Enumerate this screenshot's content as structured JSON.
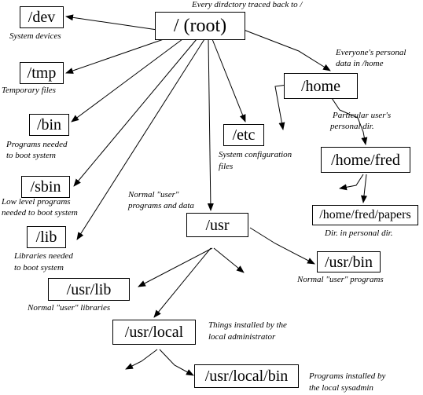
{
  "diagram": {
    "nodes": {
      "root": "/  (root)",
      "dev": "/dev",
      "tmp": "/tmp",
      "bin": "/bin",
      "sbin": "/sbin",
      "lib": "/lib",
      "etc": "/etc",
      "home": "/home",
      "home_fred": "/home/fred",
      "home_fred_papers": "/home/fred/papers",
      "usr": "/usr",
      "usr_bin": "/usr/bin",
      "usr_lib": "/usr/lib",
      "usr_local": "/usr/local",
      "usr_local_bin": "/usr/local/bin"
    },
    "notes": {
      "root": "Every dirdctory traced back to /",
      "dev": "System devices",
      "tmp": "Temporary files",
      "bin_1": "Programs needed",
      "bin_2": "to boot system",
      "sbin_1": "Low level programs",
      "sbin_2": "needed to boot system",
      "lib_1": "Libraries needed",
      "lib_2": "to boot system",
      "etc_1": "System configuration",
      "etc_2": "files",
      "home_1": "Everyone's personal",
      "home_2": "data in /home",
      "fred_1": "Particular user's",
      "fred_2": "personal dir.",
      "papers": "Dir. in personal dir.",
      "usr_1": "Normal \"user\"",
      "usr_2": "programs and data",
      "usr_bin": "Normal \"user\" programs",
      "usr_lib": "Normal \"user\" libraries",
      "usr_local_1": "Things installed by the",
      "usr_local_2": "local administrator",
      "usr_local_bin_1": "Programs installed by",
      "usr_local_bin_2": "the local sysadmin"
    }
  }
}
